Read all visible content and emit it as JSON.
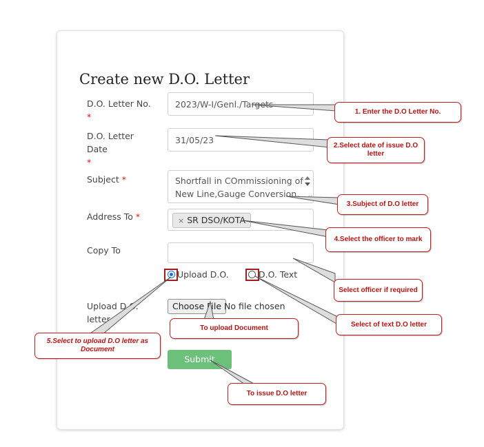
{
  "form": {
    "title": "Create new D.O. Letter",
    "letter_no": {
      "label": "D.O. Letter No.",
      "value": "2023/W-I/Genl./Targets"
    },
    "letter_date": {
      "label_line1": "D.O. Letter",
      "label_line2": "Date",
      "value": "31/05/23"
    },
    "subject": {
      "label": "Subject",
      "line1": "Shortfall in COmmissioning of",
      "line2": "New Line,Gauge Conversion,"
    },
    "address_to": {
      "label": "Address To",
      "chip": "SR DSO/KOTA",
      "chip_remove": "×"
    },
    "copy_to": {
      "label": "Copy To",
      "value": ""
    },
    "upload_option": {
      "label": "Upload D.O.",
      "selected": true
    },
    "text_option": {
      "label": "D.O. Text",
      "selected": false
    },
    "upload_letter": {
      "label_line1": "Upload D.O.",
      "label_line2": "letter",
      "button": "Choose File",
      "status": "No file chosen"
    },
    "submit_label": "Submit",
    "required_mark": "*"
  },
  "annotations": {
    "c1": "1. Enter the D.O Letter No.",
    "c2": "2.Select date of issue D.O letter",
    "c3": "3.Subject of D.O letter",
    "c4": "4.Select the officer to mark",
    "c_copy": "Select officer if required",
    "c_text": "Select of text D.O letter",
    "c_doc": "To upload Document",
    "c5": "5.Select to upload D.O letter as Document",
    "c_submit": "To issue D.O letter"
  },
  "colors": {
    "accent": "#1a6fd8",
    "submit": "#6cc07a",
    "callout": "#b51414",
    "required": "#d9141b"
  }
}
